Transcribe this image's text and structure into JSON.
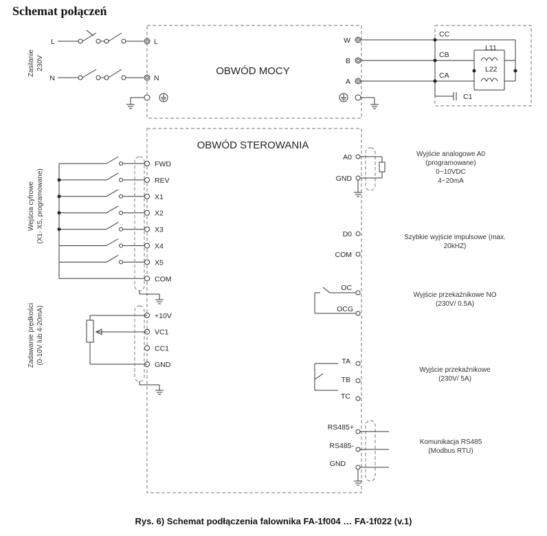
{
  "title": "Schemat połączeń",
  "caption": "Rys.  6) Schemat podłączenia falownika FA-1f004 … FA-1f022 (v.1)",
  "supply": {
    "label_line1": "Zasilanie",
    "label_line2": "230V",
    "wire_l": "L",
    "wire_n": "N"
  },
  "power_block": {
    "title": "OBWÓD MOCY",
    "in_l": "L",
    "in_n": "N",
    "out_w": "W",
    "out_b": "B",
    "out_a": "A"
  },
  "motor": {
    "cc": "CC",
    "cb": "CB",
    "ca": "CA",
    "l11": "L11",
    "l22": "L22",
    "c1": "C1"
  },
  "control_block": {
    "title": "OBWÓD STEROWANIA"
  },
  "digital_inputs": {
    "label_line1": "Wejścia cyfrowe",
    "label_line2": "(X1- X5, programowane)",
    "terminals": [
      "FWD",
      "REV",
      "X1",
      "X2",
      "X3",
      "X4",
      "X5",
      "COM"
    ]
  },
  "speed_setting": {
    "label_line1": "Zadawanie prędkości",
    "label_line2": "(0-10V lub 4-20mA)",
    "terminals": [
      "+10V",
      "VC1",
      "CC1",
      "GND"
    ]
  },
  "outputs": {
    "analog": {
      "t1": "A0",
      "t2": "GND",
      "desc": [
        "Wyjście analogowe A0",
        "(programowane)",
        "0~10VDC",
        "4~20mA"
      ]
    },
    "pulse": {
      "t1": "D0",
      "t2": "COM",
      "desc": [
        "Szybkie wyjście impulsowe (max.",
        "20kHZ)"
      ]
    },
    "relay_no": {
      "t1": "OC",
      "t2": "OCG",
      "desc": [
        "Wyjście przekaźnikowe NO",
        "(230V/ 0.5A)"
      ]
    },
    "relay": {
      "t1": "TA",
      "t2": "TB",
      "t3": "TC",
      "desc": [
        "Wyjście przekaźnikowe",
        "(230V/ 5A)"
      ]
    },
    "rs485": {
      "t1": "RS485+",
      "t2": "RS485-",
      "t3": "GND",
      "desc": [
        "Komunikacja RS485",
        "(Modbus RTU)"
      ]
    }
  },
  "colors": {
    "line": "#333333",
    "dashed": "#777777",
    "text": "#1a1a1a"
  }
}
